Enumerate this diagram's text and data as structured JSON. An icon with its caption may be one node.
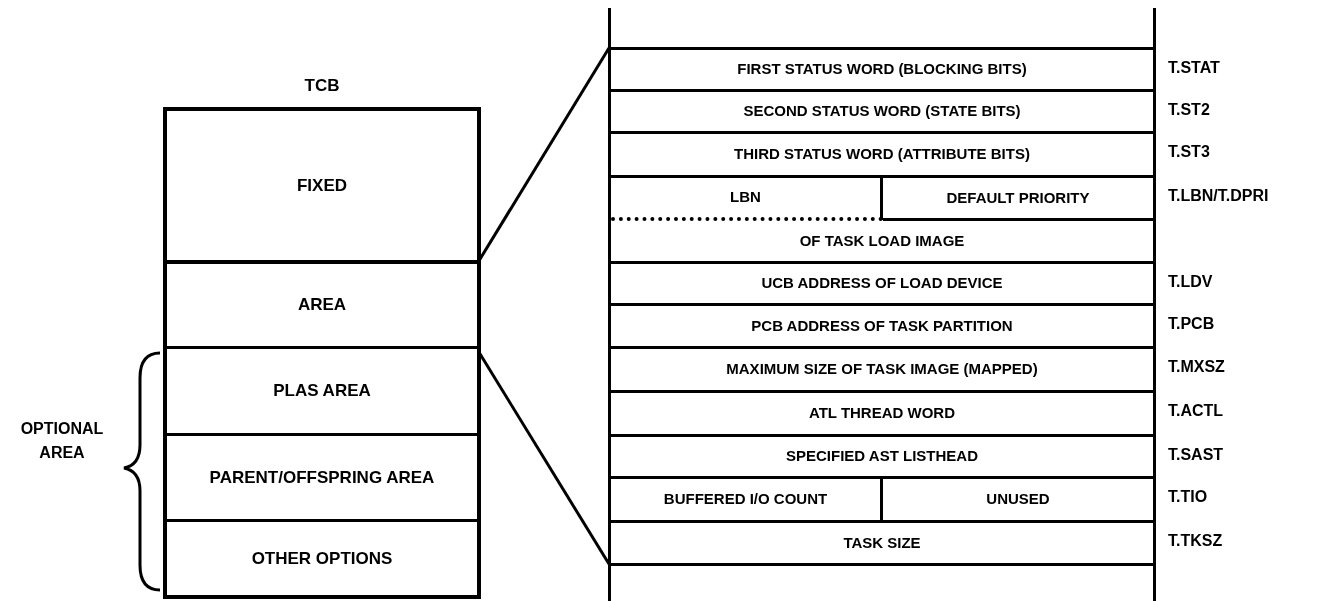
{
  "diagram": {
    "nodes": [
      {
        "text": [
          "TCB"
        ]
      },
      {
        "text": [
          "FIXED"
        ],
        "in": 0
      },
      {
        "text": [
          "AREA"
        ],
        "in": 0
      },
      {
        "text": [
          "PLAS AREA"
        ],
        "in": 0
      },
      {
        "text": [
          "PARENT/OFFSPRING AREA"
        ],
        "in": 0
      },
      {
        "text": [
          "OTHER OPTIONS"
        ],
        "in": 0
      },
      {
        "text": [],
        "shape": "box"
      },
      {
        "text": [
          "FIRST STATUS WORD (BLOCKING BITS)"
        ],
        "in": 6
      },
      {
        "text": [
          "SECOND STATUS WORD (STATE BITS)"
        ],
        "in": 6
      },
      {
        "text": [
          "THIRD STATUS WORD (ATTRIBUTE BITS)"
        ],
        "in": 6
      },
      {
        "text": [
          "LBN"
        ],
        "in": 6
      },
      {
        "text": [
          "DEFAULT PRIORITY"
        ],
        "in": 6
      },
      {
        "text": [
          "OF TASK LOAD IMAGE"
        ],
        "in": 6
      },
      {
        "text": [
          "UCB ADDRESS OF LOAD DEVICE"
        ],
        "in": 6
      },
      {
        "text": [
          "PCB ADDRESS OF TASK PARTITION"
        ],
        "in": 6
      },
      {
        "text": [
          "MAXIMUM SIZE OF TASK IMAGE (MAPPED)"
        ],
        "in": 6
      },
      {
        "text": [
          "ATL THREAD WORD"
        ],
        "in": 6
      },
      {
        "text": [
          "SPECIFIED AST LISTHEAD"
        ],
        "in": 6
      },
      {
        "text": [
          "BUFFERED I/O COUNT"
        ],
        "in": 6
      },
      {
        "text": [
          "UNUSED"
        ],
        "in": 6
      },
      {
        "text": [
          "TASK SIZE"
        ],
        "in": 6
      }
    ],
    "edges": [
      {
        "from": 2,
        "to": 6,
        "arrow": "none"
      },
      {
        "from": 2,
        "to": 6,
        "arrow": "none"
      }
    ],
    "labels": [
      "T.STAT",
      "T.ST2",
      "T.ST3",
      "T.LBN/T.DPRI",
      "T.LDV",
      "T.PCB",
      "T.MXSZ",
      "T.ACTL",
      "T.SAST",
      "T.TIO",
      "T.TKSZ",
      "OPTIONAL AREA"
    ]
  }
}
